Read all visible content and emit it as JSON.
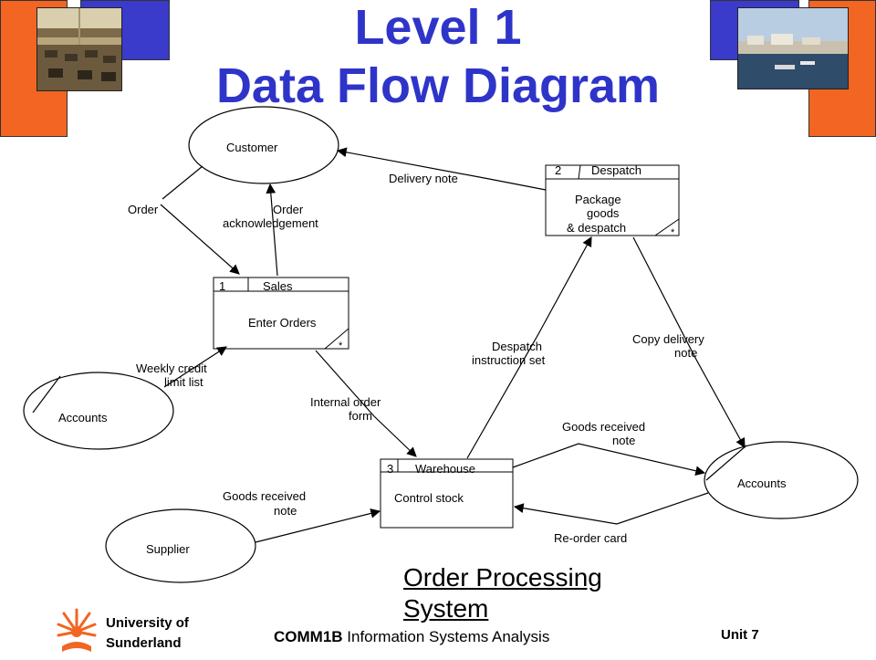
{
  "title": {
    "line1": "Level 1",
    "line2": "Data Flow Diagram"
  },
  "subtitle": "Order Processing System",
  "colors": {
    "title": "#2f34c9",
    "orange_block": "#f26522",
    "blue_block": "#3a3acb"
  },
  "entities": {
    "customer": "Customer",
    "accounts_left": "Accounts",
    "accounts_right": "Accounts",
    "supplier": "Supplier"
  },
  "processes": {
    "sales": {
      "number": "1",
      "location": "Sales",
      "name": "Enter Orders",
      "marker": "*"
    },
    "despatch": {
      "number": "2",
      "location": "Despatch",
      "name_lines": [
        "Package",
        "goods",
        "& despatch"
      ],
      "marker": "*"
    },
    "warehouse": {
      "number": "3",
      "location": "Warehouse",
      "name": "Control stock"
    }
  },
  "flows": {
    "order": "Order",
    "order_ack": [
      "Order",
      "acknowledgement"
    ],
    "delivery_note": "Delivery note",
    "weekly_credit": [
      "Weekly credit",
      "limit list"
    ],
    "internal_order": [
      "Internal order",
      "form"
    ],
    "despatch_instr": [
      "Despatch",
      "instruction set"
    ],
    "copy_delivery": [
      "Copy delivery",
      "note"
    ],
    "goods_received_right": [
      "Goods received",
      "note"
    ],
    "goods_received_left": [
      "Goods received",
      "note"
    ],
    "reorder_card": "Re-order card"
  },
  "footer": {
    "university": [
      "University of",
      "Sunderland"
    ],
    "course_code": "COMM1B",
    "course_name": " Information Systems Analysis",
    "unit": "Unit 7"
  },
  "icons": [
    "office-photo",
    "harbour-photo",
    "university-logo-icon"
  ]
}
